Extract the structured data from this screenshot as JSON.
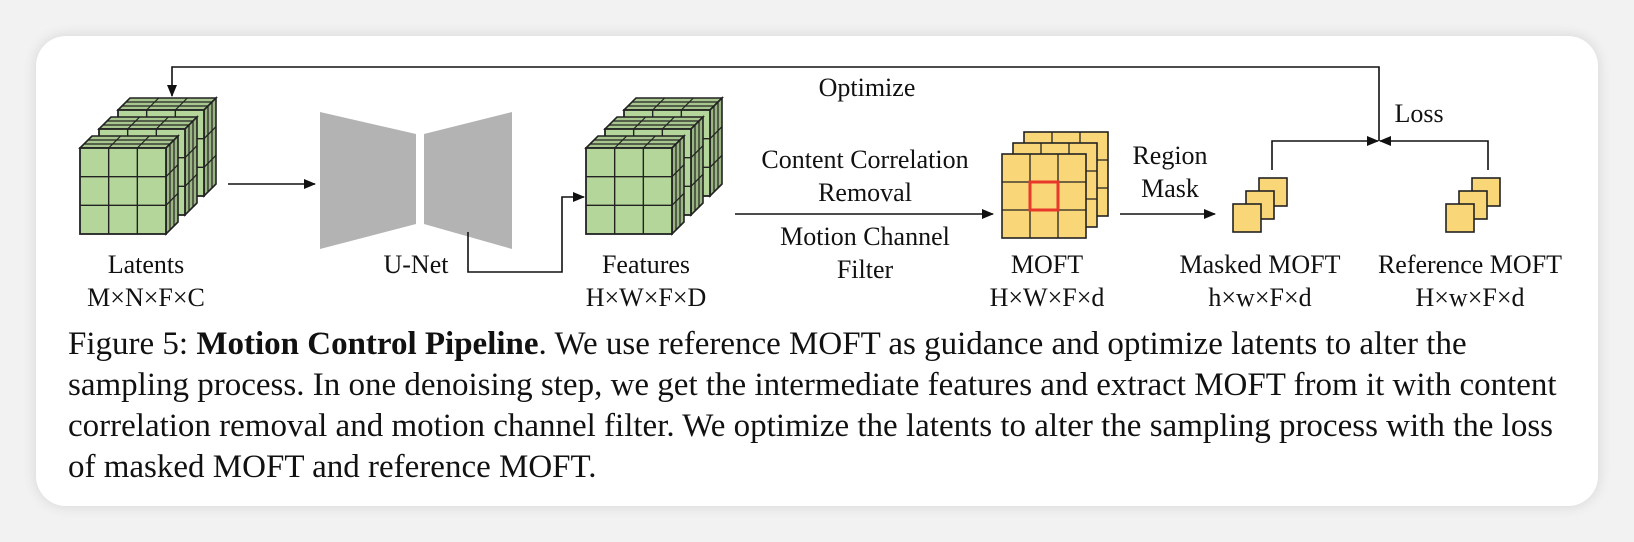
{
  "labels": {
    "optimize": "Optimize",
    "loss": "Loss",
    "latents": "Latents",
    "latents_dims": "M×N×F×C",
    "unet": "U-Net",
    "features": "Features",
    "features_dims": "H×W×F×D",
    "content_correlation_line1": "Content Correlation",
    "content_correlation_line2": "Removal",
    "motion_channel_line1": "Motion Channel",
    "motion_channel_line2": "Filter",
    "moft": "MOFT",
    "moft_dims": "H×W×F×d",
    "region_mask_line1": "Region",
    "region_mask_line2": "Mask",
    "masked_moft": "Masked MOFT",
    "masked_moft_dims": "h×w×F×d",
    "reference_moft": "Reference MOFT",
    "reference_moft_dims": "H×w×F×d"
  },
  "caption": {
    "prefix": "Figure 5: ",
    "title": "Motion Control Pipeline",
    "body": ". We use reference MOFT as guidance and optimize latents to alter the sampling process. In one denoising step, we get the intermediate features and extract MOFT from it with content correlation removal and motion channel filter. We optimize the latents to alter the sampling process with the loss of masked MOFT and reference MOFT."
  },
  "colors": {
    "cube_green": "#b5d69a",
    "cube_yellow": "#f9d779",
    "unet_gray": "#b3b3b3",
    "mask_red": "#e8372b",
    "stroke": "#222222"
  }
}
